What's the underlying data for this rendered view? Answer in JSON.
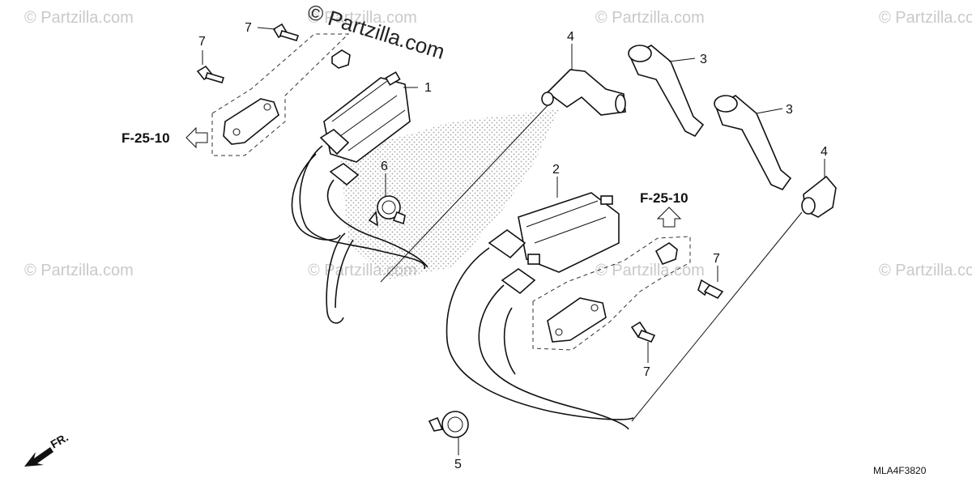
{
  "watermark": {
    "main": "© Partzilla.com",
    "repeat": "© Partzilla.com"
  },
  "callouts": {
    "c1": "1",
    "c2": "2",
    "c3a": "3",
    "c3b": "3",
    "c4a": "4",
    "c4b": "4",
    "c5": "5",
    "c6": "6",
    "c7a": "7",
    "c7b": "7",
    "c7c": "7",
    "c7d": "7"
  },
  "references": {
    "left": "F-25-10",
    "right": "F-25-10"
  },
  "direction_label": "FR.",
  "diagram_code": "MLA4F3820",
  "icons": [
    "arrow-left-outline-icon",
    "arrow-up-outline-icon",
    "front-direction-arrow-icon"
  ]
}
